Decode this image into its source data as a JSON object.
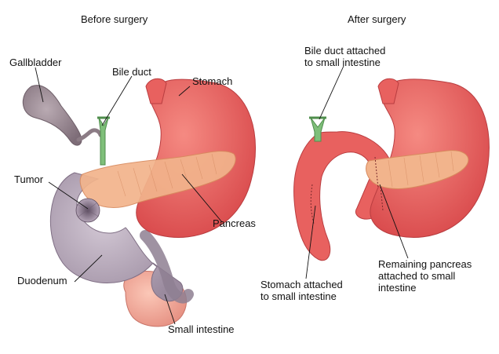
{
  "before": {
    "title": "Before surgery",
    "labels": {
      "gallbladder": "Gallbladder",
      "bile_duct": "Bile duct",
      "stomach": "Stomach",
      "tumor": "Tumor",
      "pancreas": "Pancreas",
      "duodenum": "Duodenum",
      "small_intestine": "Small intestine"
    }
  },
  "after": {
    "title": "After surgery",
    "labels": {
      "bile_duct_attached": "Bile duct attached\nto small intestine",
      "stomach_attached": "Stomach attached\nto small intestine",
      "remaining_pancreas": "Remaining pancreas\nattached to small\nintestine"
    }
  },
  "colors": {
    "stomach": "#e8615f",
    "stomach_light": "#f4a39a",
    "pancreas": "#f2b48c",
    "duodenum": "#b4a7b8",
    "gallbladder": "#9c8c95",
    "bile_duct": "#7fbf7a",
    "tumor": "#8a7a8c"
  }
}
